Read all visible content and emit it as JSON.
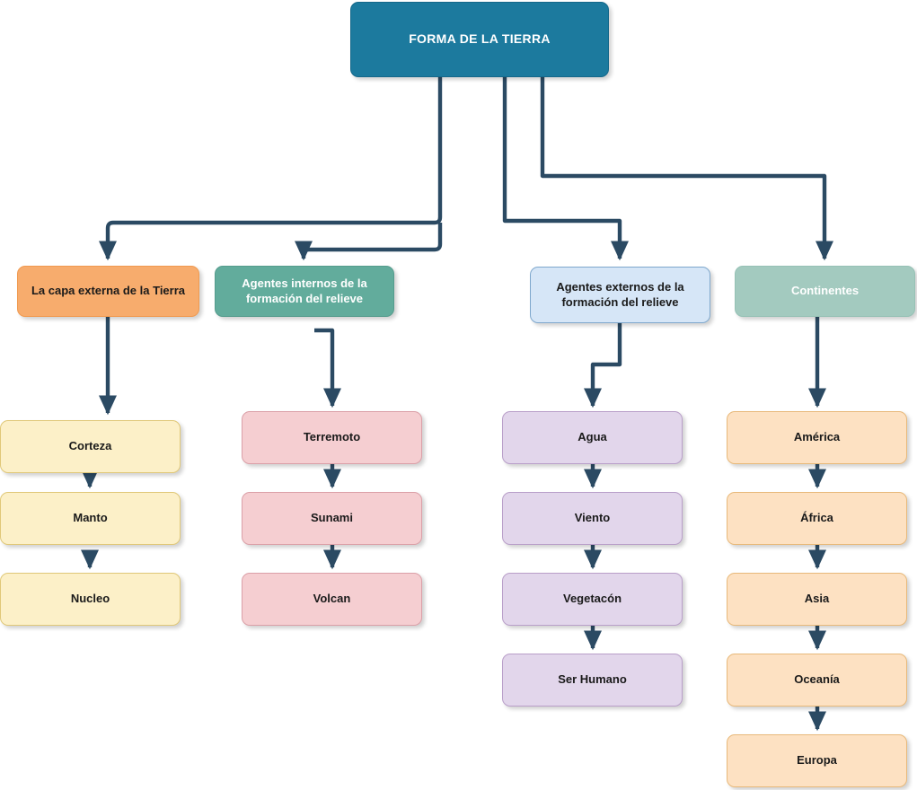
{
  "diagram": {
    "title": "FORMA DE LA TIERRA",
    "edge_color": "#2b4a63",
    "nodes": {
      "root": {
        "label": "FORMA DE LA TIERRA",
        "color": "#1c7a9e",
        "text_color": "#ffffff"
      },
      "capa_externa": {
        "label": "La capa externa de la Tierra",
        "color": "#f7ac6d",
        "text_color": "#1a1a1a"
      },
      "agentes_internos": {
        "label": "Agentes internos de la\nformación del relieve",
        "color": "#62ac9c",
        "text_color": "#ffffff"
      },
      "agentes_externos": {
        "label": "Agentes externos de la\nformación del relieve",
        "color": "#d6e6f7",
        "text_color": "#1a1a1a"
      },
      "continentes": {
        "label": "Continentes",
        "color": "#a3cabf",
        "text_color": "#ffffff"
      },
      "corteza": {
        "label": "Corteza",
        "color": "#fcf0c8",
        "text_color": "#1a1a1a"
      },
      "manto": {
        "label": "Manto",
        "color": "#fcf0c8",
        "text_color": "#1a1a1a"
      },
      "nucleo": {
        "label": "Nucleo",
        "color": "#fcf0c8",
        "text_color": "#1a1a1a"
      },
      "terremoto": {
        "label": "Terremoto",
        "color": "#f5ced1",
        "text_color": "#1a1a1a"
      },
      "sunami": {
        "label": "Sunami",
        "color": "#f5ced1",
        "text_color": "#1a1a1a"
      },
      "volcan": {
        "label": "Volcan",
        "color": "#f5ced1",
        "text_color": "#1a1a1a"
      },
      "agua": {
        "label": "Agua",
        "color": "#e2d6eb",
        "text_color": "#1a1a1a"
      },
      "viento": {
        "label": "Viento",
        "color": "#e2d6eb",
        "text_color": "#1a1a1a"
      },
      "vegetacion": {
        "label": "Vegetacón",
        "color": "#e2d6eb",
        "text_color": "#1a1a1a"
      },
      "ser_humano": {
        "label": "Ser Humano",
        "color": "#e2d6eb",
        "text_color": "#1a1a1a"
      },
      "america": {
        "label": "América",
        "color": "#fde1c2",
        "text_color": "#1a1a1a"
      },
      "africa": {
        "label": "África",
        "color": "#fde1c2",
        "text_color": "#1a1a1a"
      },
      "asia": {
        "label": "Asia",
        "color": "#fde1c2",
        "text_color": "#1a1a1a"
      },
      "oceania": {
        "label": "Oceanía",
        "color": "#fde1c2",
        "text_color": "#1a1a1a"
      },
      "europa": {
        "label": "Europa",
        "color": "#fde1c2",
        "text_color": "#1a1a1a"
      }
    },
    "edges": [
      {
        "from": "root",
        "to": "capa_externa"
      },
      {
        "from": "root",
        "to": "agentes_internos"
      },
      {
        "from": "root",
        "to": "agentes_externos"
      },
      {
        "from": "root",
        "to": "continentes"
      },
      {
        "from": "capa_externa",
        "to": "corteza"
      },
      {
        "from": "corteza",
        "to": "manto"
      },
      {
        "from": "manto",
        "to": "nucleo"
      },
      {
        "from": "agentes_internos",
        "to": "terremoto"
      },
      {
        "from": "terremoto",
        "to": "sunami"
      },
      {
        "from": "sunami",
        "to": "volcan"
      },
      {
        "from": "agentes_externos",
        "to": "agua"
      },
      {
        "from": "agua",
        "to": "viento"
      },
      {
        "from": "viento",
        "to": "vegetacion"
      },
      {
        "from": "vegetacion",
        "to": "ser_humano"
      },
      {
        "from": "continentes",
        "to": "america"
      },
      {
        "from": "america",
        "to": "africa"
      },
      {
        "from": "africa",
        "to": "asia"
      },
      {
        "from": "asia",
        "to": "oceania"
      },
      {
        "from": "oceania",
        "to": "europa"
      }
    ]
  }
}
